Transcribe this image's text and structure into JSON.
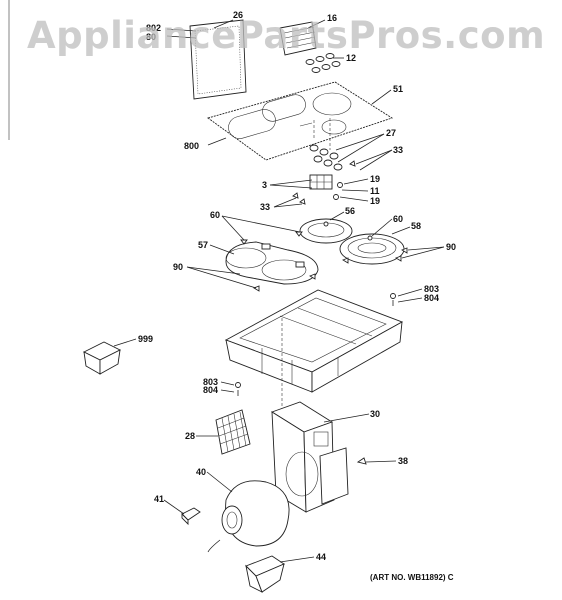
{
  "watermark": "AppliancePartsPros.com",
  "art_number": "(ART NO. WB11892) C",
  "callouts": {
    "c802": "802",
    "c80": "80",
    "c26": "26",
    "c16": "16",
    "c12": "12",
    "c51": "51",
    "c800": "800",
    "c27": "27",
    "c33a": "33",
    "c19a": "19",
    "c3": "3",
    "c11": "11",
    "c19b": "19",
    "c33b": "33",
    "c60a": "60",
    "c56": "56",
    "c60b": "60",
    "c58": "58",
    "c57": "57",
    "c90a": "90",
    "c90b": "90",
    "c803a": "803",
    "c804a": "804",
    "c999": "999",
    "c803b": "803",
    "c804b": "804",
    "c30": "30",
    "c28": "28",
    "c38": "38",
    "c40": "40",
    "c41": "41",
    "c44": "44"
  }
}
